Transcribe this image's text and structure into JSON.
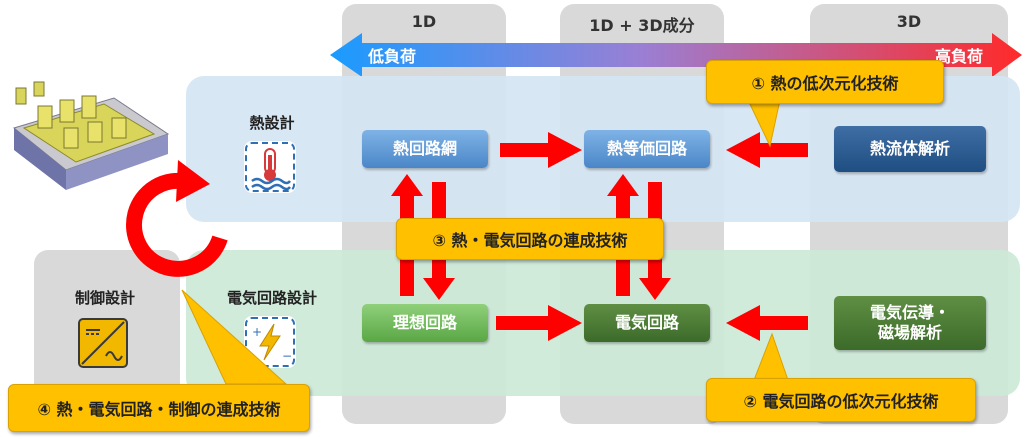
{
  "columns": [
    {
      "label": "1D"
    },
    {
      "label": "1D + 3D成分"
    },
    {
      "label": "3D"
    }
  ],
  "load_arrow": {
    "low": "低負荷",
    "high": "高負荷"
  },
  "rows": {
    "thermal": {
      "label": "熱設計",
      "icon": "thermometer-water-icon"
    },
    "electric": {
      "label": "電気回路設計",
      "icon": "electric-circuit-icon"
    },
    "control": {
      "label": "制御設計",
      "icon": "inverter-control-icon"
    }
  },
  "boxes": {
    "thermal_network": "熱回路網",
    "thermal_equivalent": "熱等価回路",
    "thermal_fluid": "熱流体解析",
    "ideal_circuit": "理想回路",
    "electric_circuit": "電気回路",
    "em_analysis_line1": "電気伝導・",
    "em_analysis_line2": "磁場解析"
  },
  "callouts": {
    "c1": "① 熱の低次元化技術",
    "c2": "② 電気回路の低次元化技術",
    "c3": "③ 熱・電気回路の連成技術",
    "c4": "④ 熱・電気回路・制御の連成技術"
  },
  "colors": {
    "arrow_red": "#ff0000",
    "callout": "#ffc000",
    "gradient_left": "#1a9bff",
    "gradient_right": "#ff2a2a"
  }
}
